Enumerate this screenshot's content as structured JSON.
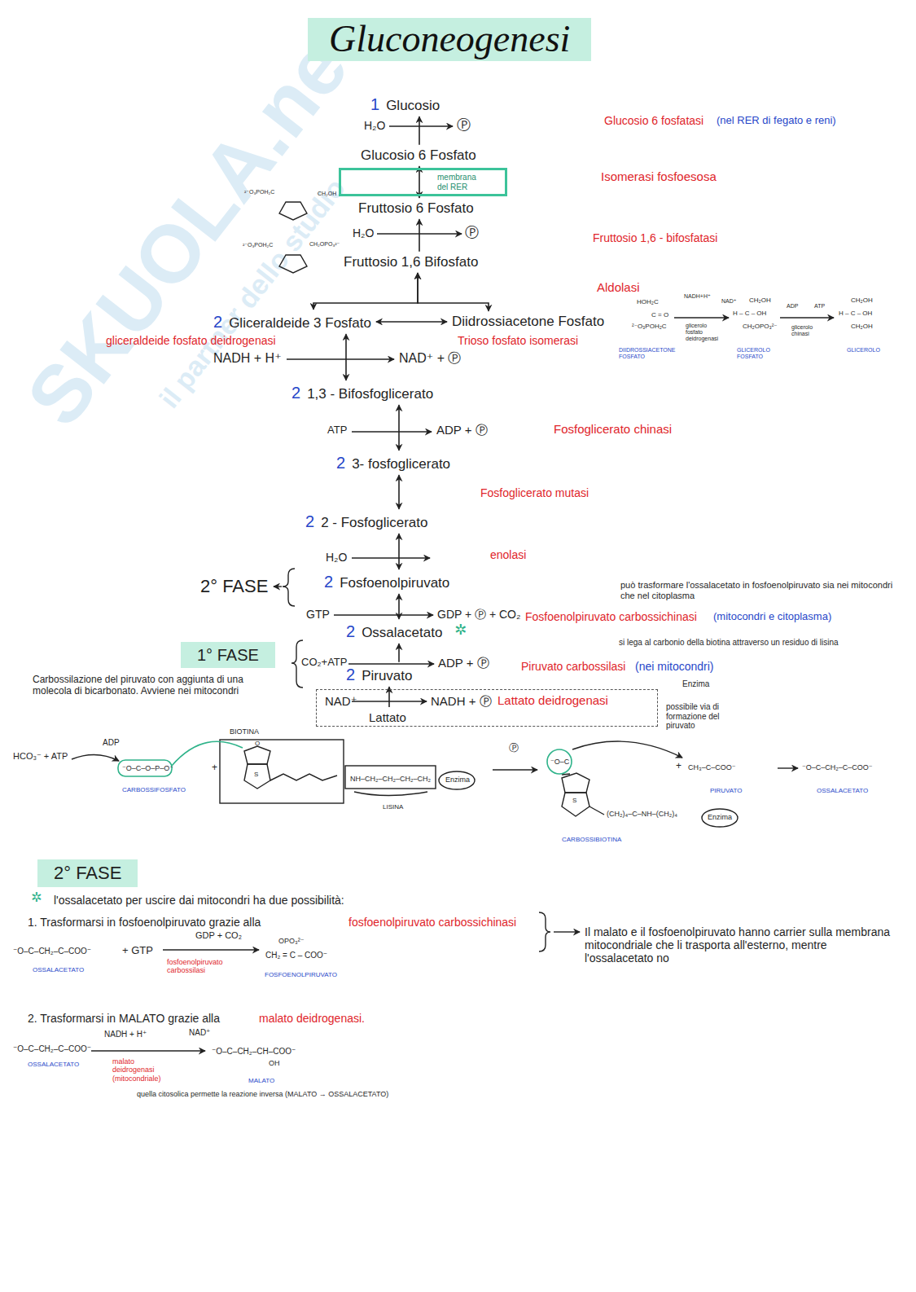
{
  "diagram": {
    "title": "Gluconeogenesi",
    "nodes": [
      {
        "text": [
          "1",
          "Glucosio"
        ]
      },
      {
        "text": [
          "Glucosio 6 Fosfato"
        ]
      },
      {
        "text": [
          "membrana del RER"
        ]
      },
      {
        "text": [
          "Fruttosio 6 Fosfato"
        ]
      },
      {
        "text": [
          "Fruttosio 1,6 Bifosfato"
        ]
      },
      {
        "text": [
          "2",
          "Gliceraldeide 3 Fosfato"
        ]
      },
      {
        "text": [
          "Diidrossiacetone Fosfato"
        ]
      },
      {
        "text": [
          "2",
          "1,3 - Bifosfoglicerato"
        ]
      },
      {
        "text": [
          "2",
          "3- fosfoglicerato"
        ]
      },
      {
        "text": [
          "2",
          "2 - Fosfoglicerato"
        ]
      },
      {
        "text": [
          "2",
          "Fosfoenolpiruvato"
        ]
      },
      {
        "text": [
          "2",
          "Ossalacetato"
        ]
      },
      {
        "text": [
          "2",
          "Piruvato"
        ]
      },
      {
        "text": [
          "NAD⁺",
          "NADH + Ⓟ",
          "Lattato deidrogenasi"
        ]
      },
      {
        "text": [
          "Lattato"
        ],
        "in": 13
      },
      {
        "text": [
          "1° FASE"
        ]
      },
      {
        "text": [
          "2° FASE"
        ]
      }
    ],
    "edges": [
      {
        "from": 1,
        "to": 0,
        "arrow": "to"
      },
      {
        "from": 1,
        "to": 3,
        "arrow": "both"
      },
      {
        "from": 4,
        "to": 3,
        "arrow": "to"
      },
      {
        "from": 4,
        "to": 5,
        "arrow": "both"
      },
      {
        "from": 4,
        "to": 6,
        "arrow": "both"
      },
      {
        "from": 5,
        "to": 6,
        "arrow": "both"
      },
      {
        "from": 5,
        "to": 7,
        "arrow": "both"
      },
      {
        "from": 7,
        "to": 8,
        "arrow": "both"
      },
      {
        "from": 8,
        "to": 9,
        "arrow": "both"
      },
      {
        "from": 9,
        "to": 10,
        "arrow": "both"
      },
      {
        "from": 10,
        "to": 11,
        "arrow": "both"
      },
      {
        "from": 12,
        "to": 11,
        "arrow": "to"
      },
      {
        "from": 14,
        "to": 12,
        "arrow": "to"
      }
    ],
    "labels": [
      "Glucosio 6 fosfatasi",
      "(nel RER di fegato e reni)",
      "H₂O",
      "Ⓟ",
      "Isomerasi fosfoesosa",
      "H₂O",
      "Ⓟ",
      "Fruttosio 1,6 - bifosfatasi",
      "Aldolasi",
      "Trioso fosfato isomerasi",
      "gliceraldeide fosfato deidrogenasi",
      "NADH + H⁺",
      "NAD⁺ + Ⓟ",
      "ATP",
      "ADP + Ⓟ",
      "Fosfoglicerato chinasi",
      "Fosfoglicerato mutasi",
      "H₂O",
      "enolasi",
      "2° FASE",
      "GTP",
      "GDP + Ⓟ + CO₂",
      "Fosfoenolpiruvato carbossichinasi",
      "(mitocondri e citoplasma)",
      "può trasformare l'ossalacetato in fosfoenolpiruvato sia nei mitocondri che nel citoplasma",
      "✲",
      "CO₂+ATP",
      "ADP + Ⓟ",
      "Piruvato carbossilasi",
      "(nei mitocondri)",
      "si lega al carbonio della biotina attraverso un residuo di lisina",
      "Carbossilazione del piruvato con aggiunta di una molecola di bicarbonato. Avviene nei mitocondri",
      "Enzima",
      "possibile via di formazione del piruvato",
      "HCO₃⁻ + ATP",
      "ADP",
      "CARBOSSIFOSFATO",
      "BIOTINA",
      "Enzima",
      "LISINA",
      "PIRUVATO",
      "OSSALACETATO",
      "CARBOSSIBIOTINA",
      "Enzima",
      "✲",
      "l'ossalacetato per uscire dai mitocondri ha due possibilità:",
      "1. Trasformarsi in fosfoenolpiruvato grazie alla",
      "fosfoenolpiruvato carbossichinasi",
      "OSSALACETATO",
      "+ GTP",
      "GDP + CO₂",
      "fosfoenolpiruvato carbossilasi",
      "FOSFOENOLPIRUVATO",
      "Il malato e il fosfoenolpiruvato hanno carrier sulla membrana mitocondriale che li trasporta all'esterno, mentre l'ossalacetato no",
      "2. Trasformarsi in MALATO grazie alla",
      "malato deidrogenasi.",
      "NADH + H⁺",
      "NAD⁺",
      "OSSALACETATO",
      "malato deidrogenasi (mitocondriale)",
      "MALATO",
      "quella citosolica permette la reazione inversa (MALATO → OSSALACETATO)",
      "DIIDROSSIACETONE FOSFATO",
      "NADH+H⁺",
      "NAD⁺",
      "glicerolo fosfato deidrogenasi",
      "GLICEROLO FOSFATO",
      "ADP",
      "ATP",
      "glicerolo chinasi",
      "GLICEROLO",
      "CH₂OH",
      "H – C – OH",
      "CH₂OPO₃²⁻",
      "CH₂OH",
      "H – C – OH",
      "CH₂OH",
      "HOH₂C",
      "C = O",
      "²⁻O₃POH₂C",
      "⁻O–C–CH₂–C–COO⁻",
      "OPO₃²⁻",
      "CH₂ = C – COO⁻",
      "⁻O–C–CH₂–C–COO⁻",
      "⁻O–C–CH₂–CH–COO⁻",
      "OH",
      "⁻O–C–O–P–O⁻",
      "CH₃–C–COO⁻",
      "⁻O–C–CH₂–C–COO⁻",
      "NH–CH₂–CH₂–CH₂–CH₂",
      "(CH₂)₄–C–NH–(CH₂)₄",
      "Ⓟ",
      "SKUOLA.net",
      "il partner dello studio",
      "²⁻O₃POH₂C",
      "CH₂OH",
      "²⁻O₃POH₂C",
      "CH₂OPO₃²⁻",
      "+",
      "+",
      "⁻O–C",
      "O",
      "S",
      "S"
    ]
  }
}
